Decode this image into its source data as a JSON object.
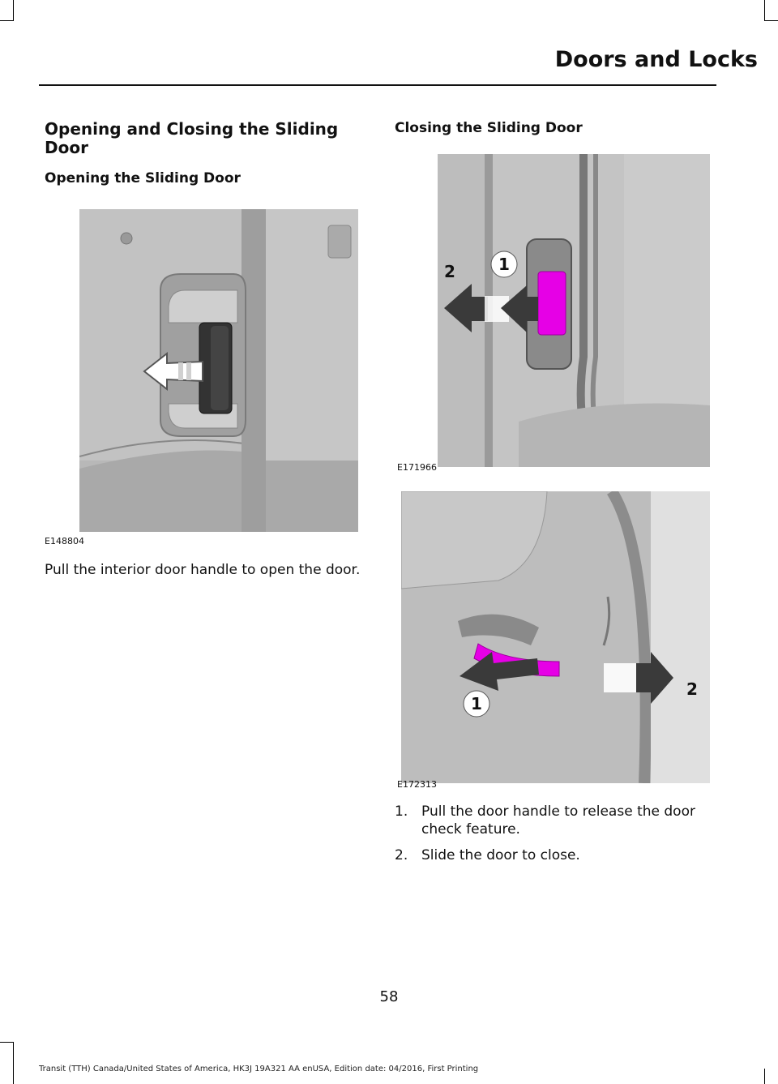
{
  "header": {
    "title": "Doors and Locks"
  },
  "left": {
    "section_title": "Opening and Closing the Sliding Door",
    "subsection_title": "Opening the Sliding Door",
    "figure_code": "E148804",
    "paragraph": "Pull the interior door handle to open the door."
  },
  "right": {
    "subsection_title": "Closing the Sliding Door",
    "figure1": {
      "code": "E171966",
      "callouts": [
        "1",
        "2"
      ]
    },
    "figure2": {
      "code": "E172313",
      "callouts": [
        "1",
        "2"
      ]
    },
    "steps": [
      {
        "num": "1.",
        "text": "Pull the door handle to release the door check feature."
      },
      {
        "num": "2.",
        "text": "Slide the door to close."
      }
    ]
  },
  "page_number": "58",
  "footer": "Transit (TTH) Canada/United States of America, HK3J 19A321 AA enUSA, Edition date: 04/2016, First Printing",
  "colors": {
    "highlight": "#e600e6",
    "arrow": "#3a3a3a",
    "figure_bg": "#b9b9b9"
  }
}
